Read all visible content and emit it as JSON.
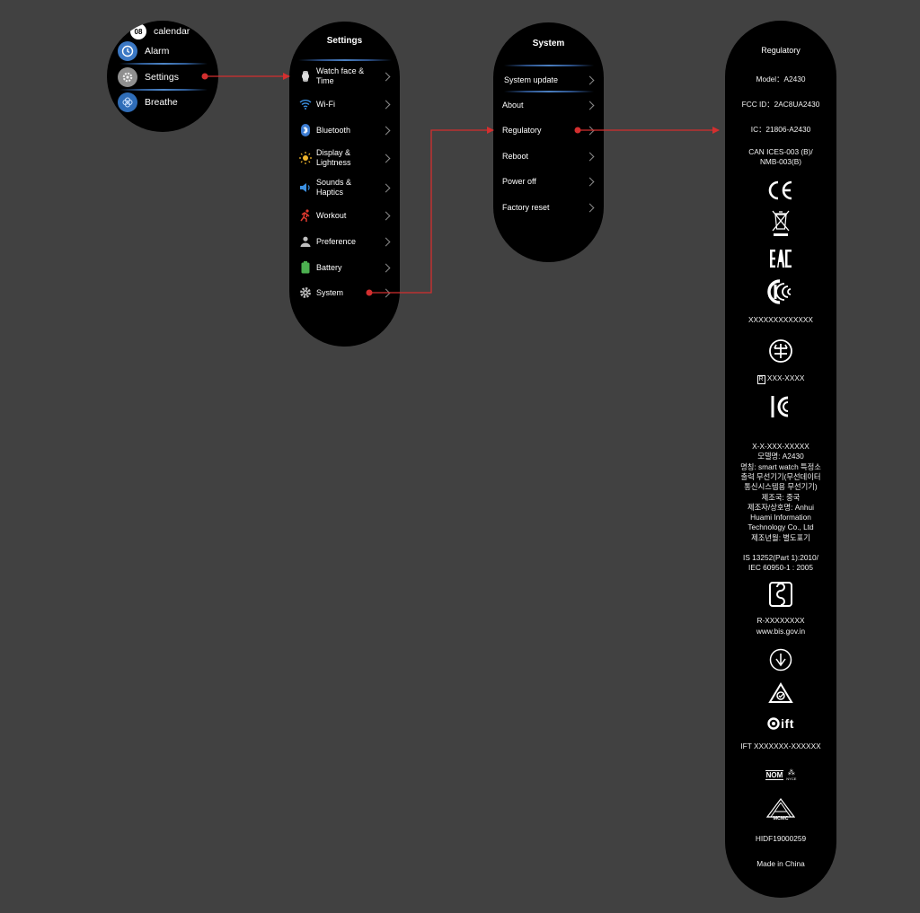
{
  "screen1": {
    "apps": [
      {
        "label": "calendar",
        "icon": "calendar-icon",
        "icon_text": "08"
      },
      {
        "label": "Alarm",
        "icon": "alarm-icon"
      },
      {
        "label": "Settings",
        "icon": "gear-icon"
      },
      {
        "label": "Breathe",
        "icon": "breathe-icon"
      }
    ]
  },
  "settings": {
    "title": "Settings",
    "items": [
      {
        "label": "Watch face & Time",
        "icon": "watch-face-icon"
      },
      {
        "label": "Wi-Fi",
        "icon": "wifi-icon"
      },
      {
        "label": "Bluetooth",
        "icon": "bluetooth-icon"
      },
      {
        "label": "Display & Lightness",
        "icon": "brightness-icon"
      },
      {
        "label": "Sounds & Haptics",
        "icon": "speaker-icon"
      },
      {
        "label": "Workout",
        "icon": "running-icon"
      },
      {
        "label": "Preference",
        "icon": "person-icon"
      },
      {
        "label": "Battery",
        "icon": "battery-icon"
      },
      {
        "label": "System",
        "icon": "gear-icon"
      }
    ]
  },
  "system": {
    "title": "System",
    "items": [
      {
        "label": "System update"
      },
      {
        "label": "About"
      },
      {
        "label": "Regulatory"
      },
      {
        "label": "Reboot"
      },
      {
        "label": "Power off"
      },
      {
        "label": "Factory reset"
      }
    ]
  },
  "regulatory": {
    "title": "Regulatory",
    "model": "Model：A2430",
    "fcc": "FCC ID：2AC8UA2430",
    "ic": "IC：21806-A2430",
    "can_ices_1": "CAN ICES-003 (B)/",
    "can_ices_2": "NMB-003(B)",
    "nz_number": "XXXXXXXXXXXXX",
    "jp_number": "XXX-XXXX",
    "jp_prefix": "R",
    "kc_lines": [
      "X-X-XXX-XXXXX",
      "모델명: A2430",
      "명칭: smart watch 특정소",
      "출력 무선기기(무선데이터",
      "통신시스템용 무선기기)",
      "제조국: 중국",
      "제조자/상호명: Anhui",
      "Huami Information",
      "Technology Co., Ltd",
      "제조년월: 별도표기"
    ],
    "is_1": "IS 13252(Part 1):2010/",
    "is_2": "IEC 60950-1 : 2005",
    "bis_1": "R-XXXXXXXX",
    "bis_2": "www.bis.gov.in",
    "ift_logo": "ift",
    "ift_number": "IFT XXXXXXX-XXXXXX",
    "nom_logo": "NOM",
    "nom_sub": "NYCE",
    "mcmc_logo": "MCMC",
    "hidf": "HIDF19000259",
    "made_in": "Made in China"
  },
  "colors": {
    "background": "#414141",
    "screen": "#000000",
    "arrow": "#d32f2f",
    "highlight": "#3d6fb0"
  }
}
